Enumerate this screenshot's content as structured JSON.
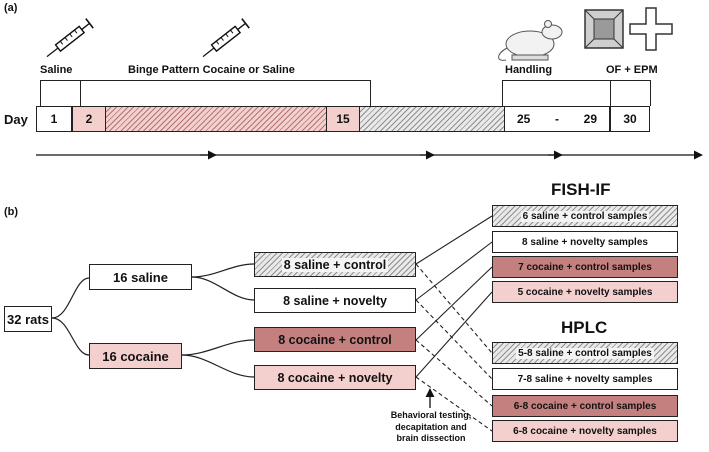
{
  "panel_a": {
    "label": "(a)",
    "saline_label": "Saline",
    "binge_label": "Binge Pattern Cocaine or Saline",
    "handling_label": "Handling",
    "of_epm_label": "OF + EPM",
    "day_label": "Day",
    "days": {
      "d1": "1",
      "d2": "2",
      "d15": "15",
      "d25": "25",
      "dash": "-",
      "d29": "29",
      "d30": "30"
    },
    "icons": [
      "syringe-icon",
      "syringe-icon",
      "rat-icon",
      "open-field-icon",
      "elevated-plus-maze-icon"
    ]
  },
  "panel_b": {
    "label": "(b)",
    "root": "32 rats",
    "groups": {
      "saline": "16 saline",
      "cocaine": "16 cocaine"
    },
    "subgroups": {
      "saline_control": "8 saline + control",
      "saline_novelty": "8 saline + novelty",
      "cocaine_control": "8 cocaine + control",
      "cocaine_novelty": "8 cocaine + novelty"
    },
    "fish_title": "FISH-IF",
    "fish": [
      "6 saline + control samples",
      "8 saline + novelty samples",
      "7 cocaine + control samples",
      "5 cocaine + novelty samples"
    ],
    "hplc_title": "HPLC",
    "hplc": [
      "5-8 saline + control samples",
      "7-8 saline + novelty samples",
      "6-8 cocaine + control samples",
      "6-8 cocaine + novelty samples"
    ],
    "note": [
      "Behavioral testing,",
      "decapitation and",
      "brain dissection"
    ]
  },
  "colors": {
    "saline_fill": "#ffffff",
    "saline_control_hatch": "#8f8f8f",
    "cocaine_fill": "#f3cfcd",
    "cocaine_control_fill": "#c4807e",
    "line": "#222222"
  }
}
